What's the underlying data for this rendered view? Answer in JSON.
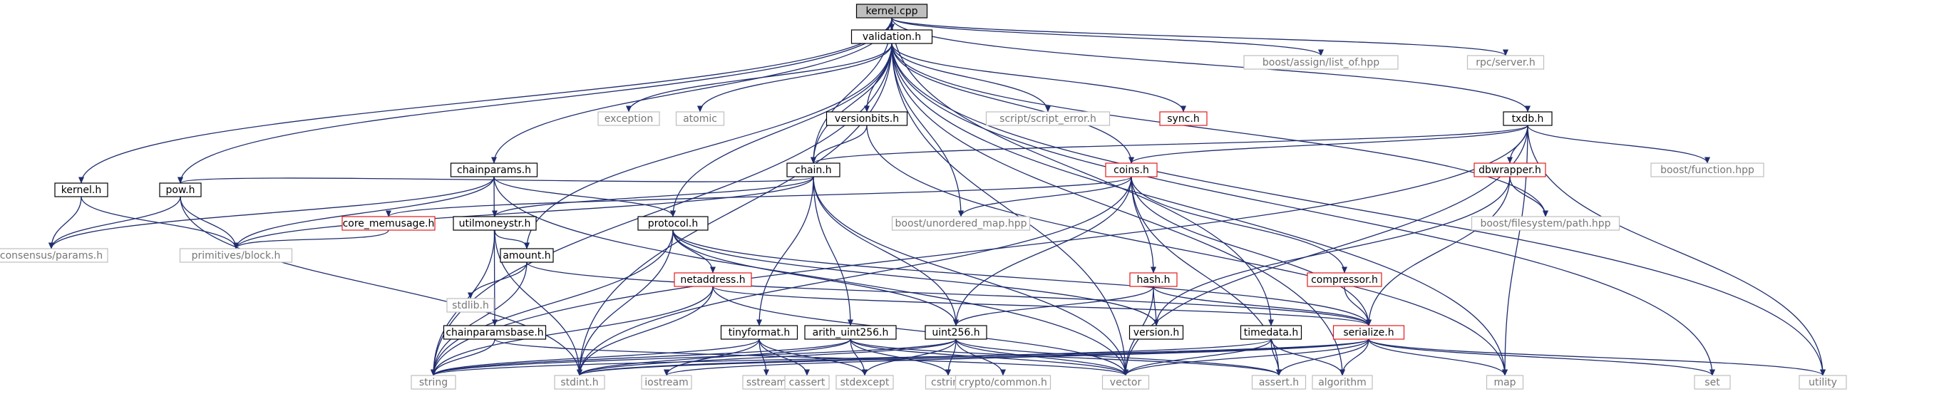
{
  "graph": {
    "colors": {
      "edge": "#1f2d6e",
      "node_border_normal": "#000000",
      "node_border_red": "#e31a1c",
      "node_border_gray": "#bfbfbf",
      "root_fill": "#bfbfbf",
      "text_normal": "#000000",
      "text_gray": "#777777"
    },
    "nodes": [
      {
        "id": "kernel_cpp",
        "label": "kernel.cpp",
        "style": "root"
      },
      {
        "id": "validation_h",
        "label": "validation.h",
        "style": "normal"
      },
      {
        "id": "boost_assign",
        "label": "boost/assign/list_of.hpp",
        "style": "gray"
      },
      {
        "id": "rpc_server",
        "label": "rpc/server.h",
        "style": "gray"
      },
      {
        "id": "txdb_h",
        "label": "txdb.h",
        "style": "normal"
      },
      {
        "id": "exception",
        "label": "exception",
        "style": "gray"
      },
      {
        "id": "atomic",
        "label": "atomic",
        "style": "gray"
      },
      {
        "id": "versionbits_h",
        "label": "versionbits.h",
        "style": "normal"
      },
      {
        "id": "script_error",
        "label": "script/script_error.h",
        "style": "gray"
      },
      {
        "id": "sync_h",
        "label": "sync.h",
        "style": "red"
      },
      {
        "id": "chainparams_h",
        "label": "chainparams.h",
        "style": "normal"
      },
      {
        "id": "chain_h",
        "label": "chain.h",
        "style": "normal"
      },
      {
        "id": "coins_h",
        "label": "coins.h",
        "style": "red"
      },
      {
        "id": "dbwrapper_h",
        "label": "dbwrapper.h",
        "style": "red"
      },
      {
        "id": "boost_function",
        "label": "boost/function.hpp",
        "style": "gray"
      },
      {
        "id": "kernel_h",
        "label": "kernel.h",
        "style": "normal"
      },
      {
        "id": "pow_h",
        "label": "pow.h",
        "style": "normal"
      },
      {
        "id": "core_memusage",
        "label": "core_memusage.h",
        "style": "red"
      },
      {
        "id": "utilmoneystr",
        "label": "utilmoneystr.h",
        "style": "normal"
      },
      {
        "id": "protocol_h",
        "label": "protocol.h",
        "style": "normal"
      },
      {
        "id": "boost_unordered",
        "label": "boost/unordered_map.hpp",
        "style": "gray"
      },
      {
        "id": "boost_filesystem",
        "label": "boost/filesystem/path.hpp",
        "style": "gray"
      },
      {
        "id": "consensus_params",
        "label": "consensus/params.h",
        "style": "gray"
      },
      {
        "id": "primitives_block",
        "label": "primitives/block.h",
        "style": "gray"
      },
      {
        "id": "amount_h",
        "label": "amount.h",
        "style": "normal"
      },
      {
        "id": "netaddress_h",
        "label": "netaddress.h",
        "style": "red"
      },
      {
        "id": "hash_h",
        "label": "hash.h",
        "style": "red"
      },
      {
        "id": "compressor_h",
        "label": "compressor.h",
        "style": "red"
      },
      {
        "id": "stdlib_h",
        "label": "stdlib.h",
        "style": "gray"
      },
      {
        "id": "chainparamsbase",
        "label": "chainparamsbase.h",
        "style": "normal"
      },
      {
        "id": "tinyformat_h",
        "label": "tinyformat.h",
        "style": "normal"
      },
      {
        "id": "arith_uint256",
        "label": "arith_uint256.h",
        "style": "normal"
      },
      {
        "id": "uint256_h",
        "label": "uint256.h",
        "style": "normal"
      },
      {
        "id": "version_h",
        "label": "version.h",
        "style": "normal"
      },
      {
        "id": "timedata_h",
        "label": "timedata.h",
        "style": "normal"
      },
      {
        "id": "serialize_h",
        "label": "serialize.h",
        "style": "red"
      },
      {
        "id": "string",
        "label": "string",
        "style": "gray"
      },
      {
        "id": "stdint_h",
        "label": "stdint.h",
        "style": "gray"
      },
      {
        "id": "iostream",
        "label": "iostream",
        "style": "gray"
      },
      {
        "id": "sstream",
        "label": "sstream",
        "style": "gray"
      },
      {
        "id": "cassert",
        "label": "cassert",
        "style": "gray"
      },
      {
        "id": "stdexcept",
        "label": "stdexcept",
        "style": "gray"
      },
      {
        "id": "cstring",
        "label": "cstring",
        "style": "gray"
      },
      {
        "id": "crypto_common",
        "label": "crypto/common.h",
        "style": "gray"
      },
      {
        "id": "vector",
        "label": "vector",
        "style": "gray"
      },
      {
        "id": "assert_h",
        "label": "assert.h",
        "style": "gray"
      },
      {
        "id": "algorithm",
        "label": "algorithm",
        "style": "gray"
      },
      {
        "id": "map",
        "label": "map",
        "style": "gray"
      },
      {
        "id": "set",
        "label": "set",
        "style": "gray"
      },
      {
        "id": "utility",
        "label": "utility",
        "style": "gray"
      }
    ],
    "edges": [
      [
        "kernel_cpp",
        "validation_h"
      ],
      [
        "kernel_cpp",
        "boost_assign"
      ],
      [
        "kernel_cpp",
        "rpc_server"
      ],
      [
        "kernel_cpp",
        "txdb_h"
      ],
      [
        "kernel_cpp",
        "chainparams_h"
      ],
      [
        "kernel_cpp",
        "chain_h"
      ],
      [
        "kernel_cpp",
        "kernel_h"
      ],
      [
        "kernel_cpp",
        "pow_h"
      ],
      [
        "kernel_cpp",
        "timedata_h"
      ],
      [
        "validation_h",
        "exception"
      ],
      [
        "validation_h",
        "atomic"
      ],
      [
        "validation_h",
        "versionbits_h"
      ],
      [
        "validation_h",
        "script_error"
      ],
      [
        "validation_h",
        "sync_h"
      ],
      [
        "validation_h",
        "chain_h"
      ],
      [
        "validation_h",
        "coins_h"
      ],
      [
        "validation_h",
        "protocol_h"
      ],
      [
        "validation_h",
        "amount_h"
      ],
      [
        "validation_h",
        "boost_unordered"
      ],
      [
        "validation_h",
        "boost_filesystem"
      ],
      [
        "validation_h",
        "string"
      ],
      [
        "validation_h",
        "stdint_h"
      ],
      [
        "validation_h",
        "vector"
      ],
      [
        "validation_h",
        "algorithm"
      ],
      [
        "validation_h",
        "map"
      ],
      [
        "validation_h",
        "set"
      ],
      [
        "validation_h",
        "utility"
      ],
      [
        "versionbits_h",
        "chain_h"
      ],
      [
        "versionbits_h",
        "map"
      ],
      [
        "txdb_h",
        "chain_h"
      ],
      [
        "txdb_h",
        "coins_h"
      ],
      [
        "txdb_h",
        "dbwrapper_h"
      ],
      [
        "txdb_h",
        "boost_function"
      ],
      [
        "txdb_h",
        "string"
      ],
      [
        "txdb_h",
        "vector"
      ],
      [
        "txdb_h",
        "map"
      ],
      [
        "txdb_h",
        "utility"
      ],
      [
        "chainparams_h",
        "protocol_h"
      ],
      [
        "chainparams_h",
        "primitives_block"
      ],
      [
        "chainparams_h",
        "consensus_params"
      ],
      [
        "chainparams_h",
        "chainparamsbase"
      ],
      [
        "chainparams_h",
        "vector"
      ],
      [
        "chain_h",
        "pow_h"
      ],
      [
        "chain_h",
        "primitives_block"
      ],
      [
        "chain_h",
        "utilmoneystr"
      ],
      [
        "chain_h",
        "tinyformat_h"
      ],
      [
        "chain_h",
        "arith_uint256"
      ],
      [
        "chain_h",
        "uint256_h"
      ],
      [
        "chain_h",
        "vector"
      ],
      [
        "coins_h",
        "core_memusage"
      ],
      [
        "coins_h",
        "boost_unordered"
      ],
      [
        "coins_h",
        "hash_h"
      ],
      [
        "coins_h",
        "compressor_h"
      ],
      [
        "coins_h",
        "serialize_h"
      ],
      [
        "coins_h",
        "uint256_h"
      ],
      [
        "coins_h",
        "stdint_h"
      ],
      [
        "coins_h",
        "assert_h"
      ],
      [
        "dbwrapper_h",
        "boost_filesystem"
      ],
      [
        "dbwrapper_h",
        "serialize_h"
      ],
      [
        "dbwrapper_h",
        "version_h"
      ],
      [
        "kernel_h",
        "consensus_params"
      ],
      [
        "kernel_h",
        "primitives_block"
      ],
      [
        "pow_h",
        "consensus_params"
      ],
      [
        "pow_h",
        "primitives_block"
      ],
      [
        "pow_h",
        "stdint_h"
      ],
      [
        "core_memusage",
        "primitives_block"
      ],
      [
        "utilmoneystr",
        "amount_h"
      ],
      [
        "utilmoneystr",
        "string"
      ],
      [
        "utilmoneystr",
        "stdint_h"
      ],
      [
        "protocol_h",
        "netaddress_h"
      ],
      [
        "protocol_h",
        "serialize_h"
      ],
      [
        "protocol_h",
        "uint256_h"
      ],
      [
        "protocol_h",
        "version_h"
      ],
      [
        "protocol_h",
        "stdint_h"
      ],
      [
        "protocol_h",
        "string"
      ],
      [
        "amount_h",
        "serialize_h"
      ],
      [
        "amount_h",
        "stdlib_h"
      ],
      [
        "amount_h",
        "string"
      ],
      [
        "netaddress_h",
        "serialize_h"
      ],
      [
        "netaddress_h",
        "stdint_h"
      ],
      [
        "netaddress_h",
        "string"
      ],
      [
        "netaddress_h",
        "vector"
      ],
      [
        "hash_h",
        "serialize_h"
      ],
      [
        "hash_h",
        "uint256_h"
      ],
      [
        "hash_h",
        "version_h"
      ],
      [
        "hash_h",
        "vector"
      ],
      [
        "compressor_h",
        "serialize_h"
      ],
      [
        "chainparamsbase",
        "string"
      ],
      [
        "chainparamsbase",
        "vector"
      ],
      [
        "tinyformat_h",
        "iostream"
      ],
      [
        "tinyformat_h",
        "sstream"
      ],
      [
        "tinyformat_h",
        "cassert"
      ],
      [
        "tinyformat_h",
        "stdexcept"
      ],
      [
        "tinyformat_h",
        "string"
      ],
      [
        "arith_uint256",
        "assert_h"
      ],
      [
        "arith_uint256",
        "cstring"
      ],
      [
        "arith_uint256",
        "stdexcept"
      ],
      [
        "arith_uint256",
        "stdint_h"
      ],
      [
        "arith_uint256",
        "string"
      ],
      [
        "arith_uint256",
        "vector"
      ],
      [
        "uint256_h",
        "assert_h"
      ],
      [
        "uint256_h",
        "cstring"
      ],
      [
        "uint256_h",
        "stdexcept"
      ],
      [
        "uint256_h",
        "stdint_h"
      ],
      [
        "uint256_h",
        "string"
      ],
      [
        "uint256_h",
        "vector"
      ],
      [
        "uint256_h",
        "crypto_common"
      ],
      [
        "timedata_h",
        "algorithm"
      ],
      [
        "timedata_h",
        "assert_h"
      ],
      [
        "timedata_h",
        "stdint_h"
      ],
      [
        "timedata_h",
        "vector"
      ],
      [
        "serialize_h",
        "algorithm"
      ],
      [
        "serialize_h",
        "assert_h"
      ],
      [
        "serialize_h",
        "iostream"
      ],
      [
        "serialize_h",
        "map"
      ],
      [
        "serialize_h",
        "set"
      ],
      [
        "serialize_h",
        "stdint_h"
      ],
      [
        "serialize_h",
        "string"
      ],
      [
        "serialize_h",
        "utility"
      ],
      [
        "serialize_h",
        "vector"
      ]
    ]
  }
}
